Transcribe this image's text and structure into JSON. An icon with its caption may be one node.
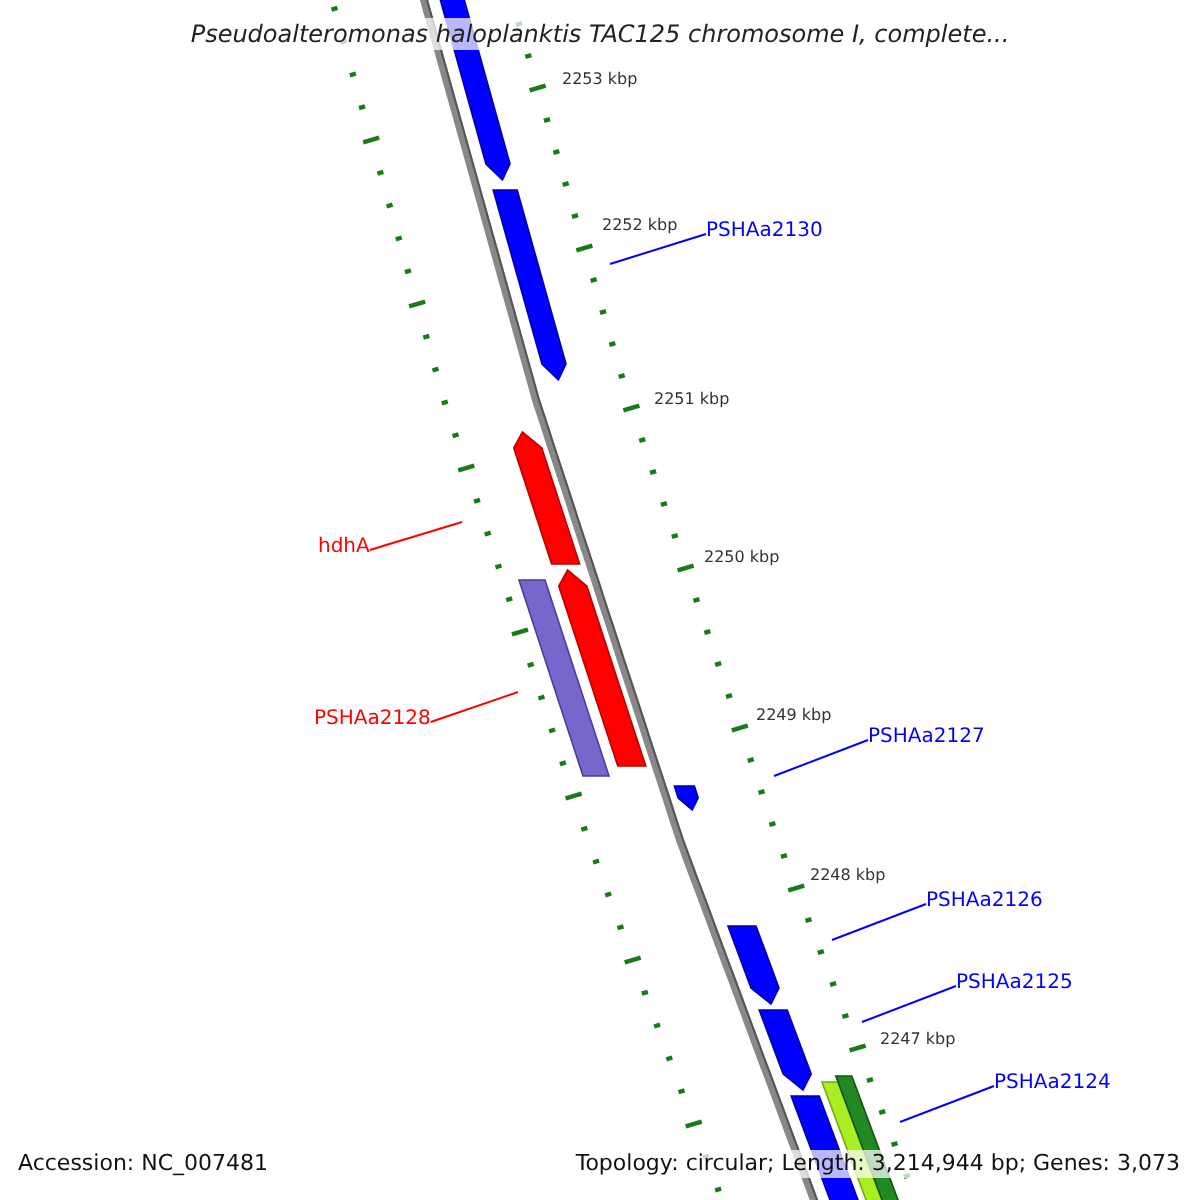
{
  "diagram": {
    "title": "Pseudoalteromonas haloplanktis TAC125 chromosome I, complete...",
    "nodes": [
      {
        "text": [
          "PSHAa2130"
        ]
      },
      {
        "text": [
          "hdhA"
        ]
      },
      {
        "text": [
          "PSHAa2128"
        ]
      },
      {
        "text": [
          "PSHAa2127"
        ]
      },
      {
        "text": [
          "PSHAa2126"
        ]
      },
      {
        "text": [
          "PSHAa2125"
        ]
      },
      {
        "text": [
          "PSHAa2124"
        ]
      }
    ],
    "edges": [
      {
        "from": 0,
        "to": null,
        "arrow": "none"
      },
      {
        "from": 1,
        "to": null,
        "arrow": "none",
        "color": "#ff0000"
      },
      {
        "from": 2,
        "to": null,
        "arrow": "none",
        "color": "#ff0000"
      },
      {
        "from": 3,
        "to": null,
        "arrow": "none"
      },
      {
        "from": 4,
        "to": null,
        "arrow": "none"
      },
      {
        "from": 5,
        "to": null,
        "arrow": "none"
      },
      {
        "from": 6,
        "to": null,
        "arrow": "none"
      }
    ],
    "labels": [
      "2253 kbp",
      "2252 kbp",
      "2251 kbp",
      "2250 kbp",
      "2249 kbp",
      "2248 kbp",
      "2247 kbp",
      "Accession: NC_007481",
      "Topology: circular; Length: 3,214,944 bp; Genes: 3,073"
    ]
  }
}
